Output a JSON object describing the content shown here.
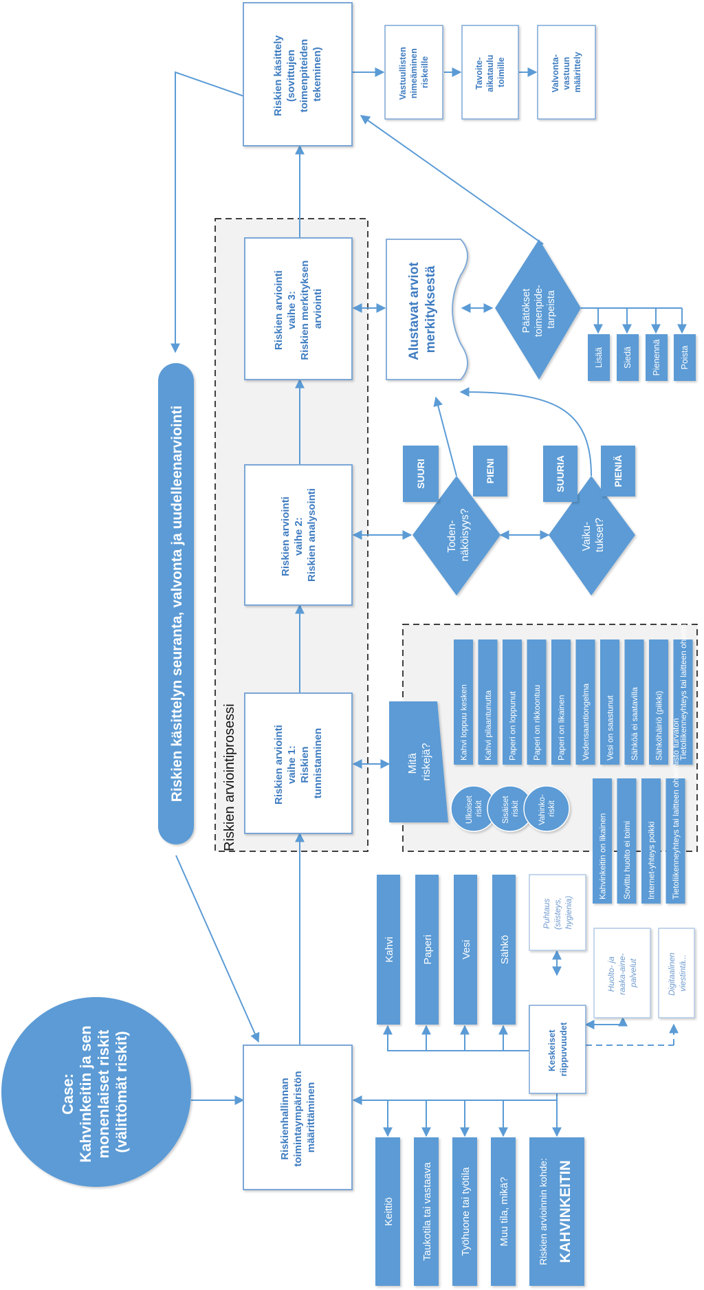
{
  "colors": {
    "blue": "#5b9bd5",
    "box_border": "#7aa6d6",
    "box_fill": "#ffffff",
    "text_blue": "#3f7cc0",
    "panel_fill": "#f2f2f2",
    "dash": "#000000",
    "white": "#ffffff"
  },
  "case": {
    "lines": [
      "Case:",
      "Kahvinkeitin ja sen",
      "monenlaiset riskit",
      "(välittömät riskit)"
    ]
  },
  "monitoring_banner": "Riskien käsittelyn seuranta, valvonta ja uudelleenarviointi",
  "process_panel_label": "Riskien arviointiprosessi",
  "steps": {
    "context": [
      "Riskienhallinnan",
      "toimintaympäristön",
      "määrittäminen"
    ],
    "phase1": [
      "Riskien arviointi",
      "vaihe 1:",
      "Riskien",
      "tunnistaminen"
    ],
    "phase2": [
      "Riskien arviointi",
      "vaihe 2:",
      "Riskien analysointi"
    ],
    "phase3": [
      "Riskien arviointi",
      "vaihe 3:",
      "Riskien merkityksen",
      "arviointi"
    ],
    "treatment": [
      "Riskien käsittely",
      "(sovittujen",
      "toimenpiteiden",
      "tekeminen)"
    ]
  },
  "treatment_tasks": [
    [
      "Vastuullisten",
      "nimeäminen",
      "riskeille"
    ],
    [
      "Tavoite-",
      "aikataulu",
      "toimille"
    ],
    [
      "Valvonta-",
      "vastuun",
      "määrittely"
    ]
  ],
  "locations": [
    "Keittiö",
    "Taukotila tai vastaava",
    "Työhuone tai työtila",
    "Muu tila, mikä?"
  ],
  "target": {
    "label": "Riskien arvioinnin kohde:",
    "value": "KAHVINKEITIN"
  },
  "resources": [
    "Kahvi",
    "Paperi",
    "Vesi",
    "Sähkö"
  ],
  "dependencies": {
    "label": [
      "Keskeiset",
      "riippuvuudet"
    ],
    "cleaning": [
      "Puhtaus",
      "(siisteys,",
      "hygienia)"
    ],
    "maintenance": [
      "Huolto- ja",
      "raaka-aine-",
      "palvelut"
    ],
    "digital": [
      "Digitaalinen",
      "viestintä..."
    ]
  },
  "what_risks": [
    "Mitä",
    "riskejä?"
  ],
  "risk_types": [
    [
      "Ulkoiset",
      "riskit"
    ],
    [
      "Sisäiset",
      "riskit"
    ],
    [
      "Vahinko-",
      "riskit"
    ]
  ],
  "risks_top": [
    "Kahvi loppuu kesken",
    "Kahvi pilaantunutta",
    "Paperi on loppunut",
    "Paperi on rikkoontuu",
    "Paperi on likainen",
    "Vedensaantiongelma",
    "Vesi on saastunut",
    "Sähköä ei saatavilla",
    "Sähköhäiriö (piikki)",
    "Tietoliikenneyhteys tai laitteen ohjelmisto turvaton"
  ],
  "risks_bottom": [
    "Kahvinkeitin on likainen",
    "Sovittu huolto ei toimi",
    "Internet-yhteys poikki",
    "Tietoliikenneyhteys tai laitteen ohjelmisto turvaton"
  ],
  "probability": {
    "question": [
      "Toden-",
      "näköisyys?"
    ],
    "high": "SUURI",
    "low": "PIENI"
  },
  "impact": {
    "question": [
      "Vaiku-",
      "tukset?"
    ],
    "high": "SUURIA",
    "low": "PIENIÄ"
  },
  "preliminary": [
    "Alustavat arviot",
    "merkityksestä"
  ],
  "decisions": {
    "question": [
      "Päätökset",
      "toimenpide-",
      "tarpeista"
    ],
    "options": [
      "Lisää",
      "Siedä",
      "Pienennä",
      "Poista"
    ]
  }
}
